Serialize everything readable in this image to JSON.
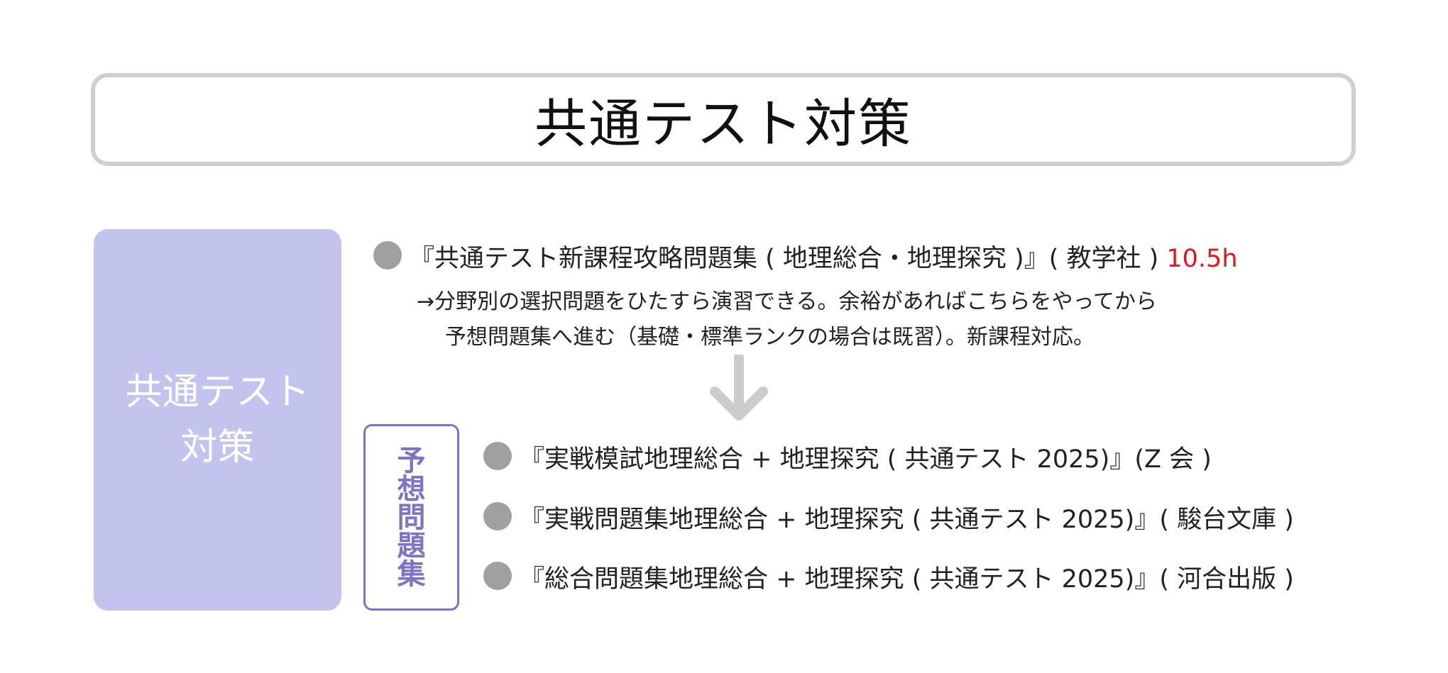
{
  "title": "共通テスト対策",
  "side_label": "共通テスト対策",
  "main_item": {
    "text": "『共通テスト新課程攻略問題集 ( 地理総合・地理探究 )』( 教学社 )",
    "hours": "10.5h",
    "note_line1": "→分野別の選択問題をひたすら演習できる。余裕があればこちらをやってから",
    "note_line2": "予想問題集へ進む（基礎・標準ランクの場合は既習）。新課程対応。"
  },
  "group_label": "予想問題集",
  "group_items": [
    "『実戦模試地理総合 + 地理探究 ( 共通テスト 2025)』(Z 会 )",
    "『実戦問題集地理総合 + 地理探究 ( 共通テスト 2025)』( 駿台文庫 )",
    "『総合問題集地理総合 + 地理探究 ( 共通テスト 2025)』( 河合出版 )"
  ],
  "colors": {
    "side_fill": "#c3c4ee",
    "group_accent": "#7d73c7",
    "hours": "#e8141c",
    "bullet": "#a0a0a0",
    "arrow": "#cccccc"
  },
  "icons": {
    "flow": "arrow-down-icon",
    "bullet": "bullet-circle-icon"
  }
}
